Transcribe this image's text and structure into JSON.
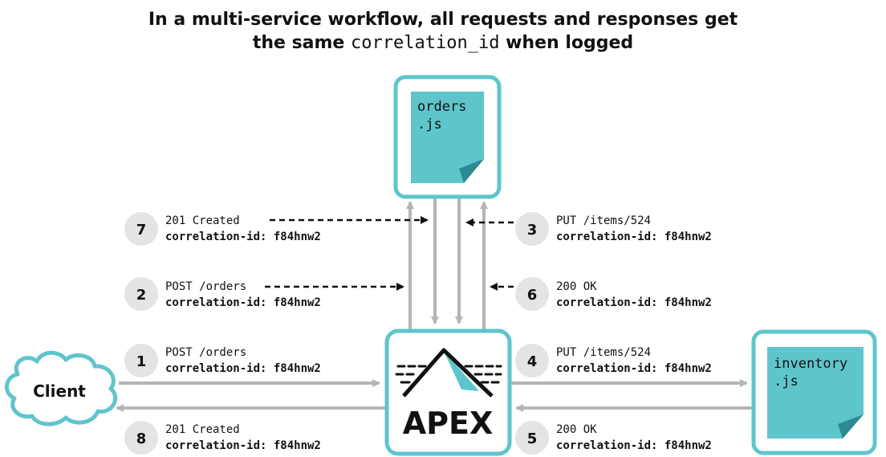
{
  "title": {
    "line1": "In a multi-service workflow, all requests and responses get",
    "line2_pre": "the same ",
    "line2_code": "correlation_id",
    "line2_post": " when logged"
  },
  "nodes": {
    "client": "Client",
    "apex": "APEX",
    "orders_line1": "orders",
    "orders_line2": ".js",
    "inventory_line1": "inventory",
    "inventory_line2": ".js"
  },
  "colors": {
    "teal": "#5fc5cd",
    "teal_dark": "#2b8a93",
    "arrow_gray": "#b5b5b5",
    "badge_gray": "#e4e4e4",
    "text": "#111111"
  },
  "steps": [
    {
      "num": "1",
      "line1": "POST /orders",
      "line2": "correlation-id: f84hnw2"
    },
    {
      "num": "2",
      "line1": "POST /orders",
      "line2": "correlation-id: f84hnw2"
    },
    {
      "num": "3",
      "line1": "PUT /items/524",
      "line2": "correlation-id: f84hnw2"
    },
    {
      "num": "4",
      "line1": "PUT /items/524",
      "line2": "correlation-id: f84hnw2"
    },
    {
      "num": "5",
      "line1": "200 OK",
      "line2": "correlation-id: f84hnw2"
    },
    {
      "num": "6",
      "line1": "200 OK",
      "line2": "correlation-id: f84hnw2"
    },
    {
      "num": "7",
      "line1": "201 Created",
      "line2": "correlation-id: f84hnw2"
    },
    {
      "num": "8",
      "line1": "201 Created",
      "line2": "correlation-id: f84hnw2"
    }
  ]
}
